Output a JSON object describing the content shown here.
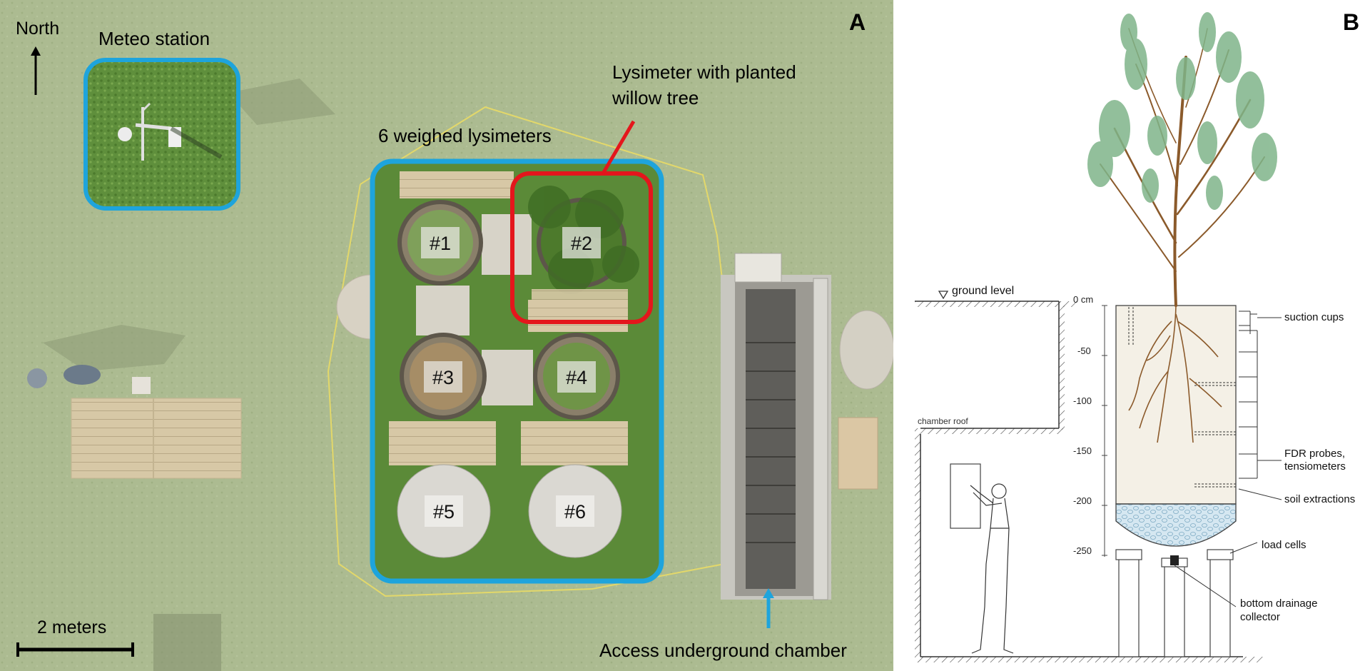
{
  "panel_a": {
    "letter": "A",
    "north": "North",
    "meteo": "Meteo station",
    "lysimeters_label": "6 weighed lysimeters",
    "willow_line1": "Lysimeter with planted",
    "willow_line2": "willow tree",
    "lysimeters": [
      "#1",
      "#2",
      "#3",
      "#4",
      "#5",
      "#6"
    ],
    "scale": "2 meters",
    "access": "Access underground chamber",
    "colors": {
      "frame_blue": "#1ea4dc",
      "frame_red": "#e4161c",
      "grass": "#a9b88d"
    }
  },
  "panel_b": {
    "letter": "B",
    "ground_level": "ground level",
    "chamber_roof": "chamber roof",
    "depth_ticks": [
      "0 cm",
      "-50",
      "-100",
      "-150",
      "-200",
      "-250"
    ],
    "labels": {
      "suction_cups": "suction cups",
      "fdr_line1": "FDR probes,",
      "fdr_line2": "tensiometers",
      "soil_extractions": "soil extractions",
      "load_cells": "load cells",
      "drainage_line1": "bottom drainage",
      "drainage_line2": "collector"
    },
    "colors": {
      "soil": "#f4f0e6",
      "gravel": "#cfe3ee",
      "trunk": "#8b5a2b",
      "leaves": "#7fb58a"
    }
  }
}
